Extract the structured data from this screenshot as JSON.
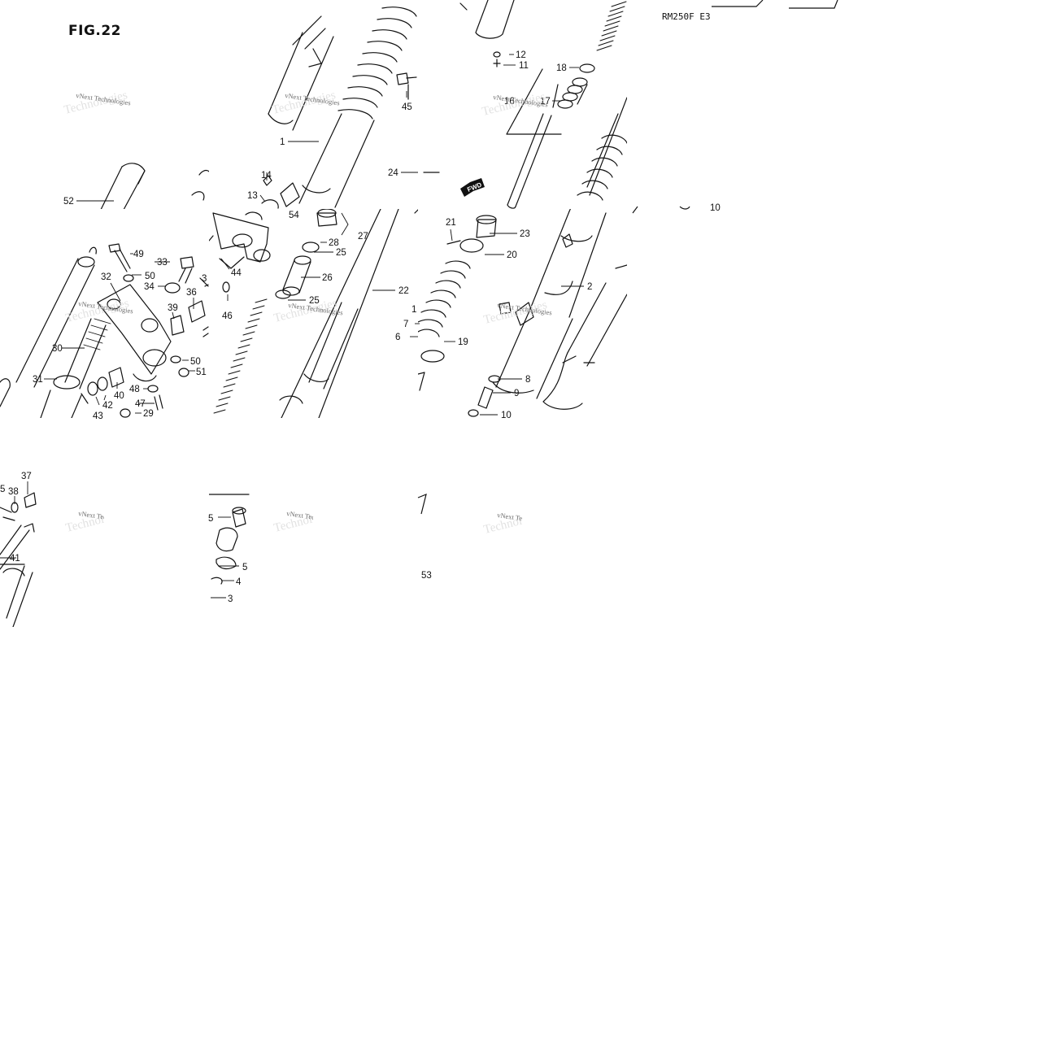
{
  "figure": {
    "title": "FIG.22",
    "model_code": "RM250F E3",
    "fwd_label": "FWD",
    "watermark_text": "vNext Technologies",
    "watermark_ghost_text": "Technologies"
  },
  "colors": {
    "line": "#111111",
    "watermark": "#6d6d6d",
    "background": "#ffffff"
  },
  "callouts": [
    {
      "text": "1"
    },
    {
      "text": "2"
    },
    {
      "text": "3"
    },
    {
      "text": "4"
    },
    {
      "text": "5"
    },
    {
      "text": "5"
    },
    {
      "text": "5"
    },
    {
      "text": "6"
    },
    {
      "text": "7"
    },
    {
      "text": "8"
    },
    {
      "text": "9"
    },
    {
      "text": "10"
    },
    {
      "text": "11"
    },
    {
      "text": "12"
    },
    {
      "text": "13"
    },
    {
      "text": "14"
    },
    {
      "text": "16"
    },
    {
      "text": "17"
    },
    {
      "text": "18"
    },
    {
      "text": "19"
    },
    {
      "text": "20"
    },
    {
      "text": "21"
    },
    {
      "text": "22"
    },
    {
      "text": "23"
    },
    {
      "text": "24"
    },
    {
      "text": "25"
    },
    {
      "text": "25"
    },
    {
      "text": "26"
    },
    {
      "text": "27"
    },
    {
      "text": "28"
    },
    {
      "text": "29"
    },
    {
      "text": "30"
    },
    {
      "text": "31"
    },
    {
      "text": "32"
    },
    {
      "text": "33"
    },
    {
      "text": "34"
    },
    {
      "text": "36"
    },
    {
      "text": "37"
    },
    {
      "text": "38"
    },
    {
      "text": "39"
    },
    {
      "text": "40"
    },
    {
      "text": "41"
    },
    {
      "text": "42"
    },
    {
      "text": "43"
    },
    {
      "text": "44"
    },
    {
      "text": "45"
    },
    {
      "text": "46"
    },
    {
      "text": "47"
    },
    {
      "text": "48"
    },
    {
      "text": "49"
    },
    {
      "text": "50"
    },
    {
      "text": "50"
    },
    {
      "text": "51"
    },
    {
      "text": "52"
    },
    {
      "text": "53"
    },
    {
      "text": "54"
    },
    {
      "text": "3"
    },
    {
      "text": "10"
    },
    {
      "text": "1"
    }
  ]
}
